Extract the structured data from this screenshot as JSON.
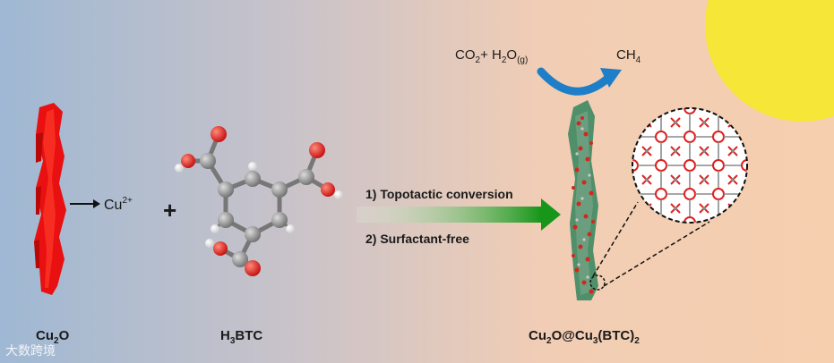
{
  "labels": {
    "cu_ion_main": "Cu",
    "cu_ion_sup": "2+",
    "plus": "+",
    "step1": "1) Topotactic conversion",
    "step2": "2) Surfactant-free",
    "product_ch4_main": "CH",
    "product_ch4_sub": "4"
  },
  "reactant_co2": {
    "main": "CO",
    "sub": "2",
    "plus": "+ H",
    "sub2": "2",
    "o": "O",
    "phase": "(g)"
  },
  "cu2o_label": {
    "main": "Cu",
    "sub": "2",
    "end": "O"
  },
  "h3btc_label": {
    "h": "H",
    "sub": "3",
    "end": "BTC"
  },
  "product_label": {
    "a": "Cu",
    "s1": "2",
    "b": "O@Cu",
    "s2": "3",
    "c": "(BTC)",
    "s3": "2"
  },
  "watermark": "大数跨境",
  "colors": {
    "crystal": "#e81010",
    "oxygen": "#e02020",
    "carbon": "#8a8a8a",
    "hydrogen": "#ffffff",
    "arrow_green": "#1a9a1a",
    "arrow_blue": "#1e7fc8",
    "sun": "#f6e637"
  }
}
